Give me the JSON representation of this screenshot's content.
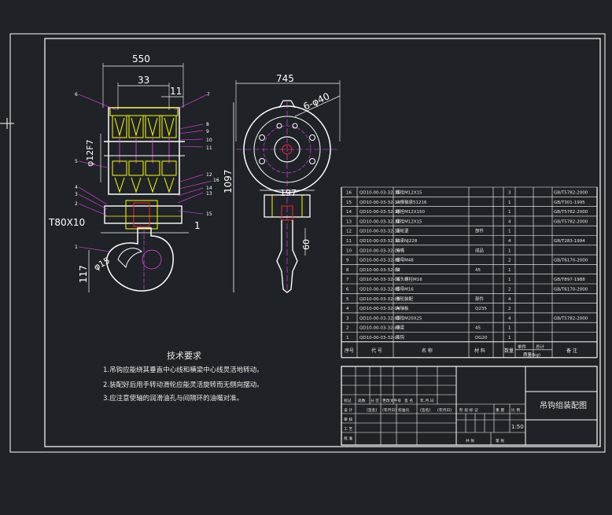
{
  "dims": {
    "top_width": "550",
    "inner_width": "33",
    "small_offset": "11",
    "shaft_dia": "φ12F7",
    "thread": "T80X10",
    "hook_dia": "φ15",
    "hook_height": "117",
    "overall_width": "745",
    "hole_spec": "6-φ40",
    "overall_height": "1097",
    "center_width": "197",
    "shank": "60",
    "offset_one": "1"
  },
  "balloons": [
    "6",
    "7",
    "8",
    "9",
    "10",
    "11",
    "5",
    "12",
    "16",
    "4",
    "3",
    "2",
    "14",
    "13",
    "15",
    "1"
  ],
  "notes": {
    "title": "技术要求",
    "lines": [
      "1.吊钩应能绕其垂直中心线和横梁中心线灵活地转动。",
      "2.装配好后用手转动滑轮应能灵活旋转而无侧向摆动。",
      "3.应注意使轴的润滑油孔与间隔环的油嘴对准。"
    ]
  },
  "bom": {
    "rows": [
      {
        "no": "16",
        "code": "QD10-00-03-32-15",
        "name": "螺栓M12X15",
        "material": "",
        "qty": "3",
        "std": "GB/T5782-2000"
      },
      {
        "no": "15",
        "code": "QD10-00-03-32-14",
        "name": "止推轴承51216",
        "material": "",
        "qty": "1",
        "std": "GB/T301-1995"
      },
      {
        "no": "14",
        "code": "QD10-00-03-32-13",
        "name": "螺栓M12X150",
        "material": "",
        "qty": "1",
        "std": "GB/T5782-2000"
      },
      {
        "no": "13",
        "code": "QD10-00-03-32-12",
        "name": "螺栓M12X15",
        "material": "",
        "qty": "4",
        "std": "GB/T5782-2000"
      },
      {
        "no": "12",
        "code": "QD10-00-03-32-11",
        "name": "滑轮罩",
        "material": "部件",
        "qty": "1",
        "std": ""
      },
      {
        "no": "11",
        "code": "QD10-00-03-32-10",
        "name": "轴承NJ228",
        "material": "",
        "qty": "4",
        "std": "GB/T283-1994"
      },
      {
        "no": "10",
        "code": "QD10-00-03-32-09",
        "name": "油嘴",
        "material": "成品",
        "qty": "1",
        "std": ""
      },
      {
        "no": "9",
        "code": "QD10-00-03-32-08",
        "name": "螺母M48",
        "material": "",
        "qty": "2",
        "std": "GB/T6170-2000"
      },
      {
        "no": "8",
        "code": "QD10-00-03-32-07",
        "name": "轴",
        "material": "45",
        "qty": "1",
        "std": ""
      },
      {
        "no": "7",
        "code": "QD10-00-03-32-06",
        "name": "双头螺柱M16",
        "material": "",
        "qty": "1",
        "std": "GB/T897-1988"
      },
      {
        "no": "6",
        "code": "QD10-00-03-32-05",
        "name": "螺母M16",
        "material": "",
        "qty": "2",
        "std": "GB/T6170-2000"
      },
      {
        "no": "5",
        "code": "QD10-00-03-32-05",
        "name": "滑轮装配",
        "material": "部件",
        "qty": "4",
        "std": ""
      },
      {
        "no": "4",
        "code": "QD10-00-03-32-04",
        "name": "夹轴板",
        "material": "Q235",
        "qty": "2",
        "std": ""
      },
      {
        "no": "3",
        "code": "QD10-00-03-32-03",
        "name": "螺栓M20X25",
        "material": "",
        "qty": "4",
        "std": "GB/T5782-2000"
      },
      {
        "no": "2",
        "code": "QD10-00-03-32-02",
        "name": "横梁",
        "material": "45",
        "qty": "1",
        "std": ""
      },
      {
        "no": "1",
        "code": "QD10-00-03-32-01",
        "name": "吊钩",
        "material": "DG20",
        "qty": "1",
        "std": ""
      }
    ],
    "header": {
      "no": "序号",
      "code": "代 号",
      "name": "名 称",
      "material": "材 料",
      "qty": "数量",
      "unit_weight": "单件",
      "total_weight": "总计",
      "weight": "质量(kg)",
      "remark": "备 注"
    }
  },
  "titleblock": {
    "drawing_title": "吊钩组装配图",
    "scale": "1:50",
    "labels": [
      "标记",
      "处数",
      "分 区",
      "更改文件号",
      "签 名",
      "年.月.日",
      "设 计",
      "(签名)",
      "(年月日)",
      "标准化",
      "(签名)",
      "(年月日)",
      "审 核",
      "工 艺",
      "批 准",
      "阶 段 标 记",
      "重 量",
      "比 例",
      "共 张",
      "第 张"
    ]
  }
}
